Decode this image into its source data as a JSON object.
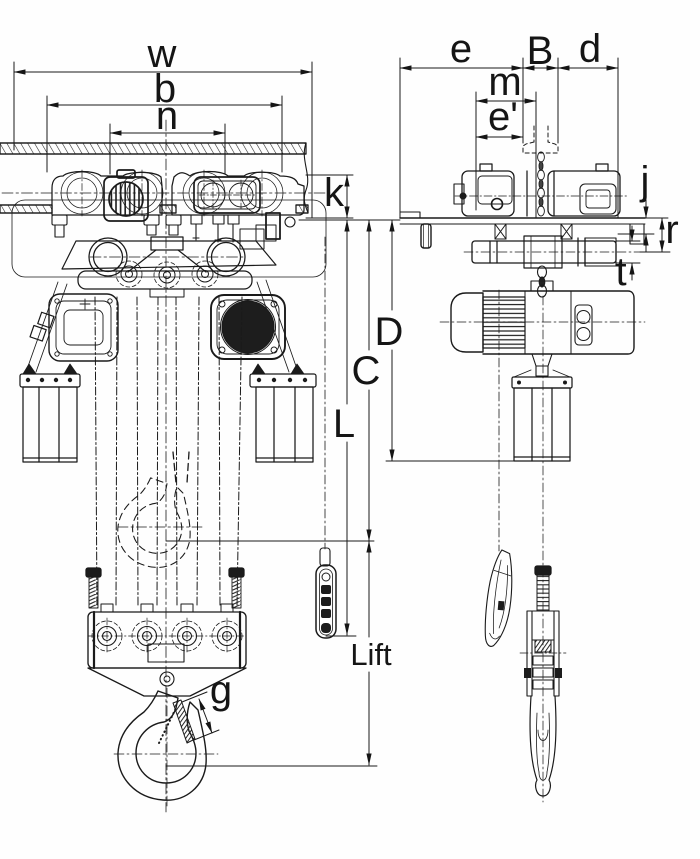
{
  "figure": {
    "kind": "technical dimension drawing",
    "subject": "electric chain hoist with motorized trolley, front and side elevation views",
    "ink_color": "#1a1a1a",
    "paper_color": "#fefefe"
  },
  "front_view": {
    "labels": {
      "w": "w",
      "b": "b",
      "n": "n",
      "k": "k",
      "g": "g",
      "C": "C",
      "L": "L",
      "lift": "Lift"
    }
  },
  "side_view": {
    "labels": {
      "e": "e",
      "B": "B",
      "d": "d",
      "m": "m",
      "e_prime": "e'",
      "j": "j",
      "r": "r",
      "t": "t",
      "D": "D"
    }
  }
}
